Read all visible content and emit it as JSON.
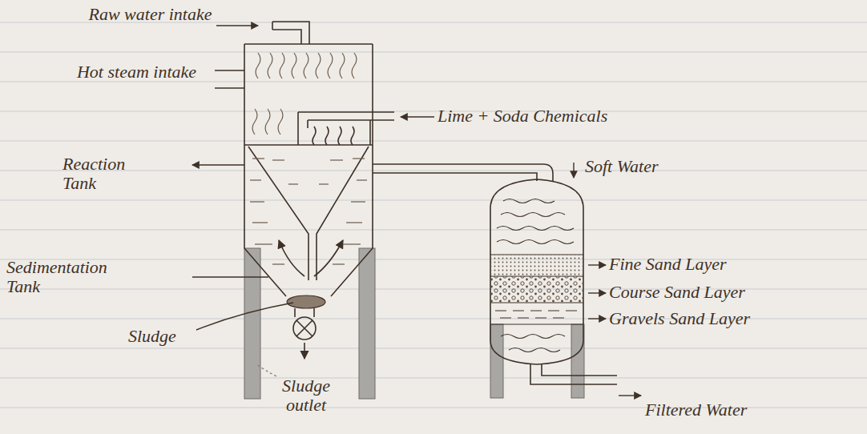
{
  "diagram": {
    "labels": [
      "Raw water intake",
      "Hot steam intake",
      "Lime + Soda Chemicals",
      "Reaction Tank",
      "Soft Water",
      "Sedimentation Tank",
      "Sludge",
      "Sludge outlet",
      "Fine Sand Layer",
      "Course Sand Layer",
      "Gravels Sand Layer",
      "Filtered Water"
    ]
  }
}
